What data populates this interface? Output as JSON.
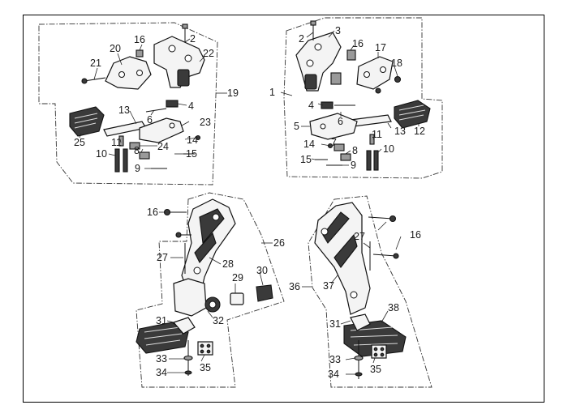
{
  "diagram": {
    "callouts": [
      "1",
      "2",
      "3",
      "4",
      "5",
      "6",
      "7",
      "8",
      "9",
      "10",
      "11",
      "12",
      "13",
      "14",
      "15",
      "16",
      "17",
      "18",
      "19",
      "20",
      "21",
      "22",
      "23",
      "24",
      "25",
      "26",
      "27",
      "28",
      "29",
      "30",
      "31",
      "32",
      "33",
      "34",
      "35",
      "36",
      "37",
      "38"
    ],
    "quadrants": [
      "top-left: front left footrest assembly",
      "top-right: front right footrest assembly",
      "bottom-left: rear left footrest bracket",
      "bottom-right: rear right footrest bracket"
    ]
  }
}
